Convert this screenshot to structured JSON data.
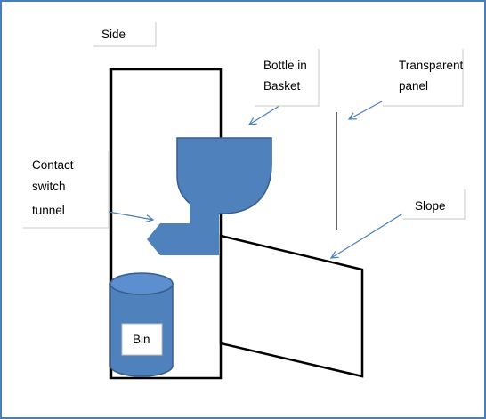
{
  "colors": {
    "frame": "#4a7ebb",
    "shape_fill": "#4f81bd",
    "shape_stroke": "#385d8a",
    "arrow": "#4a7ebb",
    "outline": "#000000"
  },
  "labels": {
    "side": "Side",
    "bottle": [
      "Bottle in",
      "Basket"
    ],
    "panel": [
      "Transparent",
      "panel"
    ],
    "contact": [
      "Contact",
      "switch",
      "tunnel"
    ],
    "slope": "Slope",
    "bin": "Bin"
  }
}
